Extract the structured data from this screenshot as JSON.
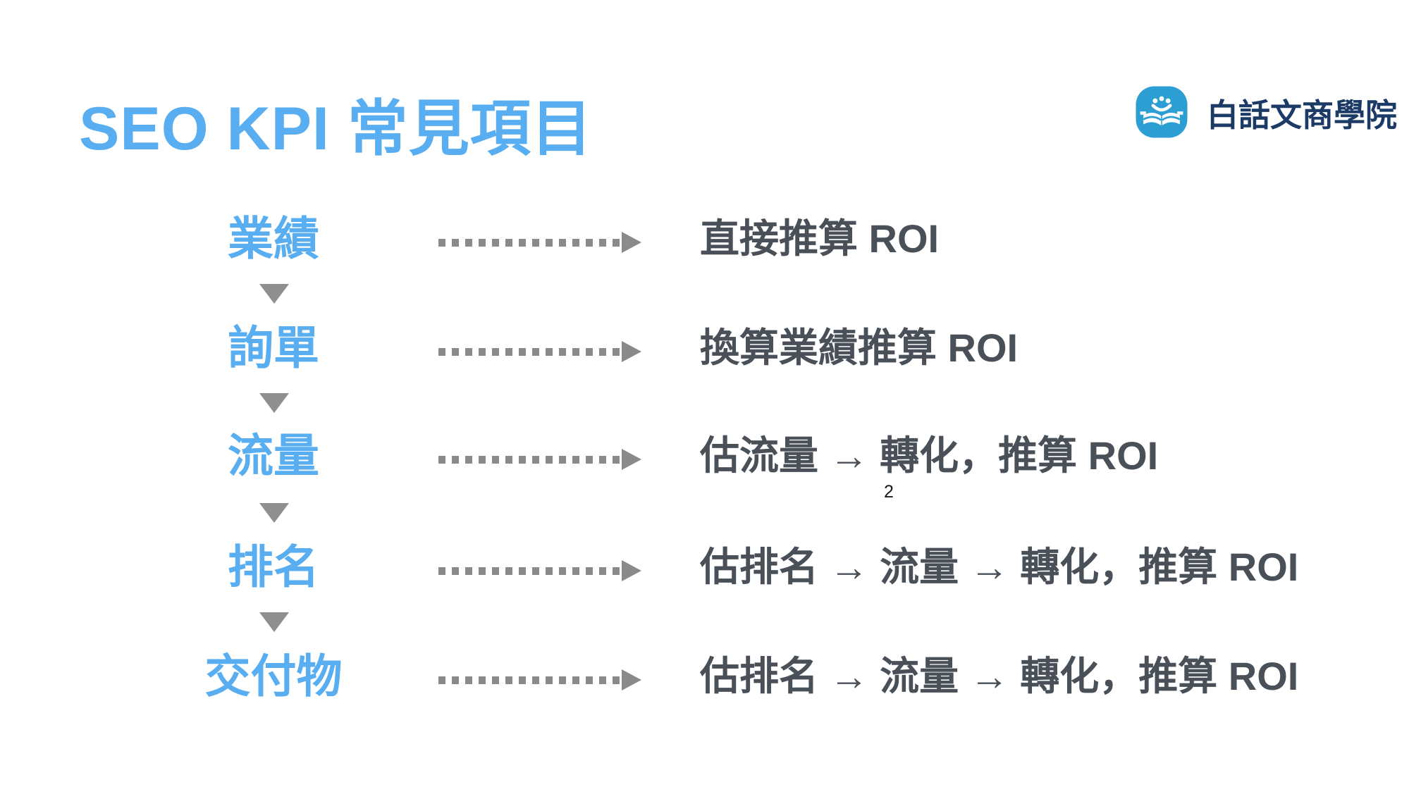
{
  "slide": {
    "title": "SEO KPI 常見項目",
    "footnote": "2"
  },
  "brand": {
    "name": "白話文商學院",
    "logo_icon": "book-smile-icon"
  },
  "colors": {
    "accent_blue": "#58AEF0",
    "result_text_gray": "#4A5057",
    "arrow_gray": "#8A8A8A",
    "triangle_gray": "#8F8F8F",
    "logo_background_blue": "#2C9ED3",
    "logo_text_navy": "#1B3A66",
    "background": "#FFFFFF"
  },
  "flow": {
    "rows": [
      {
        "label": "業績",
        "result": "直接推算 ROI"
      },
      {
        "label": "詢單",
        "result": "換算業績推算 ROI"
      },
      {
        "label": "流量",
        "result": "估流量 → 轉化，推算 ROI"
      },
      {
        "label": "排名",
        "result": "估排名 → 流量 → 轉化，推算 ROI"
      },
      {
        "label": "交付物",
        "result": "估排名 → 流量 → 轉化，推算 ROI"
      }
    ]
  }
}
